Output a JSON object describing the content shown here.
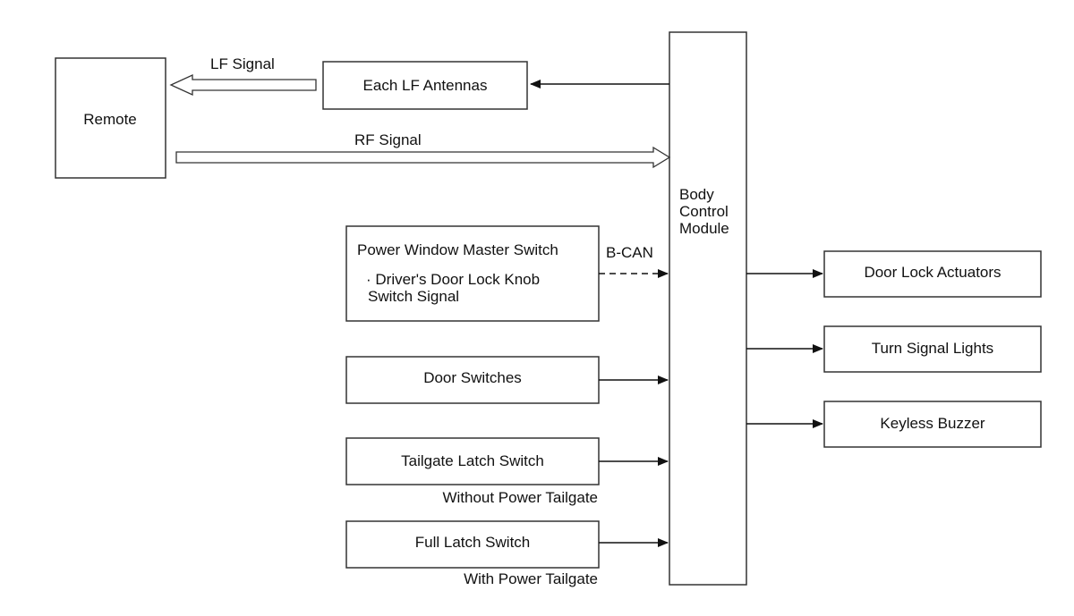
{
  "blocks": {
    "remote": "Remote",
    "antennas": "Each LF Antennas",
    "bcm": [
      "Body",
      "Control",
      "Module"
    ],
    "pwm_title": "Power Window Master Switch",
    "pwm_sub": [
      "· Driver's Door Lock Knob",
      "Switch Signal"
    ],
    "door_switches": "Door Switches",
    "tailgate_latch": "Tailgate Latch Switch",
    "full_latch": "Full Latch Switch",
    "door_lock_actuators": "Door Lock Actuators",
    "turn_signal_lights": "Turn Signal Lights",
    "keyless_buzzer": "Keyless Buzzer"
  },
  "labels": {
    "lf_signal": "LF Signal",
    "rf_signal": "RF Signal",
    "bcan": "B-CAN",
    "without_power_tailgate": "Without Power Tailgate",
    "with_power_tailgate": "With Power Tailgate"
  },
  "colors": {
    "stroke": "#333333",
    "text": "#111111",
    "background": "#ffffff"
  }
}
